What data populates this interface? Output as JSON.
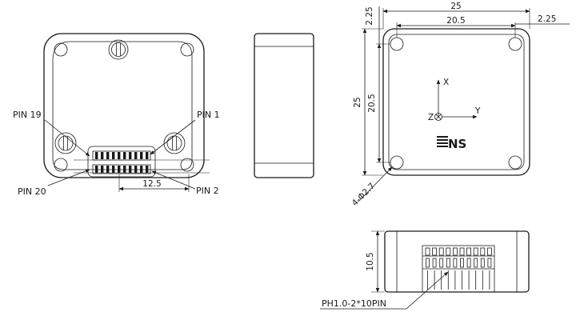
{
  "labels": {
    "pin19": "PIN 19",
    "pin1": "PIN 1",
    "pin20": "PIN 20",
    "pin2": "PIN 2",
    "connector": "PH1.0-2*10PIN",
    "hole_spec": "4-Φ2.7",
    "axis_x": "X",
    "axis_y": "Y",
    "axis_z": "Z",
    "logo": "NS"
  },
  "dimensions": {
    "pin_span": "12.5",
    "width_total": "25",
    "width_holes": "20.5",
    "edge_offset_top": "2.25",
    "edge_offset_right": "2.25",
    "height_total": "25",
    "height_holes": "20.5",
    "side_height": "10.5"
  },
  "colors": {
    "line": "#1a1a1a",
    "background": "#ffffff"
  }
}
